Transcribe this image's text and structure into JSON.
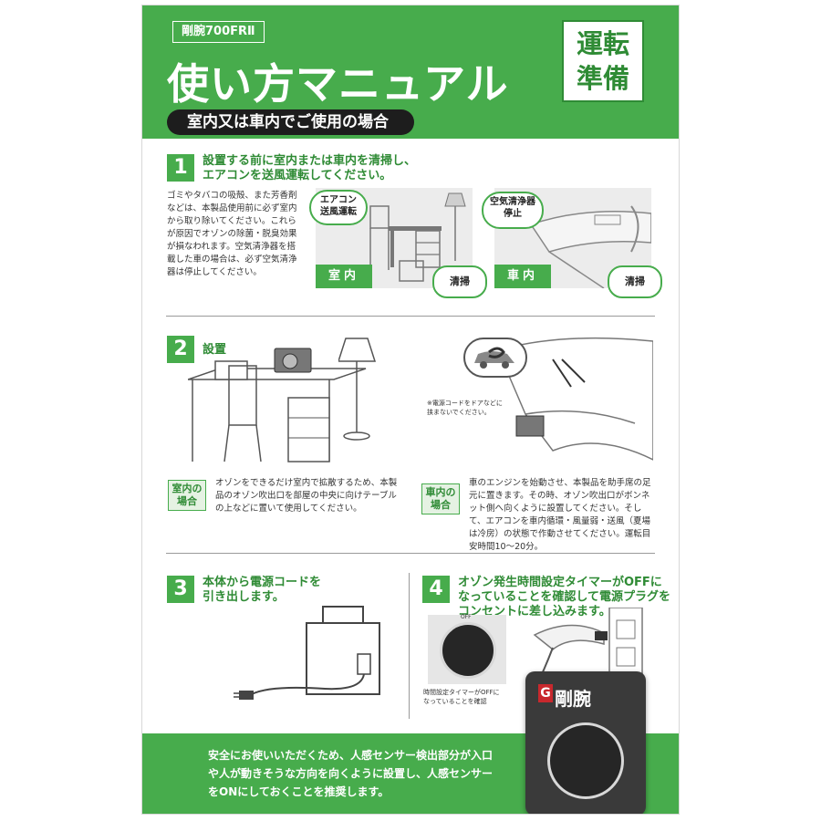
{
  "header": {
    "model": "剛腕700FRⅡ",
    "title": "使い方マニュアル",
    "corner_tag_line1": "運転",
    "corner_tag_line2": "準備",
    "subtitle": "室内又は車内でご使用の場合"
  },
  "steps": [
    {
      "number": "1",
      "title_line1": "設置する前に室内または車内を清掃し、",
      "title_line2": "エアコンを送風運転してください。",
      "body": "ゴミやタバコの吸殻、また芳香剤などは、本製品使用前に必ず室内から取り除いてください。これらが原因でオゾンの除菌・脱臭効果が損なわれます。空気清浄器を搭載した車の場合は、必ず空気清浄器は停止してください。",
      "room_tag": "室内",
      "room_bubble_line1": "エアコン",
      "room_bubble_line2": "送風運転",
      "room_clean": "清掃",
      "car_tag": "車内",
      "car_bubble_line1": "空気清浄器",
      "car_bubble_line2": "停止",
      "car_clean": "清掃"
    },
    {
      "number": "2",
      "title": "設置",
      "car_note_line1": "※電源コードをドアなどに",
      "car_note_line2": "挟まないでください。",
      "indoor_label_line1": "室内の",
      "indoor_label_line2": "場合",
      "indoor_text": "オゾンをできるだけ室内で拡散するため、本製品のオゾン吹出口を部屋の中央に向けテーブルの上などに置いて使用してください。",
      "car_label_line1": "車内の",
      "car_label_line2": "場合",
      "car_text": "車のエンジンを始動させ、本製品を助手席の足元に置きます。その時、オゾン吹出口がボンネット側へ向くように設置してください。そして、エアコンを車内循環・風量弱・送風（夏場は冷房）の状態で作動させてください。運転目安時間10〜20分。"
    },
    {
      "number": "3",
      "title_line1": "本体から電源コードを",
      "title_line2": "引き出します。"
    },
    {
      "number": "4",
      "title_line1": "オゾン発生時間設定タイマーがOFFに",
      "title_line2": "なっていることを確認して電源プラグを",
      "title_line3": "コンセントに差し込みます。",
      "timer_caption_line1": "時間設定タイマーがOFFに",
      "timer_caption_line2": "なっていることを確認",
      "dial_off_label": "OFF"
    }
  ],
  "device": {
    "brand": "剛腕",
    "brand_mark": "G"
  },
  "footer": {
    "line1": "安全にお使いいただくため、人感センサー検出部分が入口",
    "line2": "や人が動きそうな方向を向くように設置し、人感センサー",
    "line3": "をONにしておくことを推奨します。"
  },
  "colors": {
    "brand_green": "#47ac4c",
    "dark_green": "#2f8b35",
    "pill_black": "#1d1d1d",
    "device_gray": "#3a3a3a",
    "brand_red": "#c8282d"
  }
}
